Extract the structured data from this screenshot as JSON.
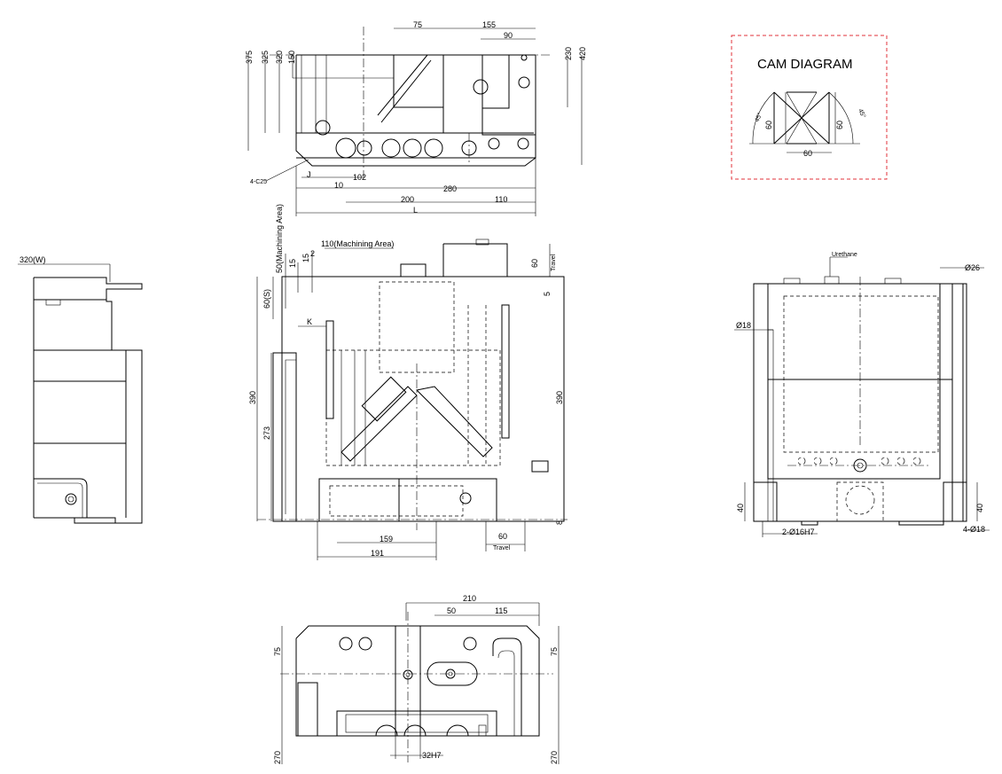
{
  "cam": {
    "title": "CAM DIAGRAM",
    "height_left": "60",
    "height_right": "60",
    "width": "60",
    "angle_left": "45°",
    "angle_right": "45°"
  },
  "top_view": {
    "dims": {
      "d75": "75",
      "d155": "155",
      "d90": "90",
      "d375": "375",
      "d325": "325",
      "d320": "320",
      "d150": "150",
      "d230": "230",
      "d420": "420",
      "c25": "4-C25",
      "j": "J",
      "d10": "10",
      "d102": "102",
      "d280": "280",
      "d200": "200",
      "d110": "110",
      "l": "L"
    }
  },
  "left_view": {
    "width_label": "320(W)"
  },
  "front_view": {
    "dims": {
      "machining_vertical": "50(Machining Area)",
      "machining_horizontal": "110(Machining Area)",
      "d2": "2",
      "d15a": "15",
      "d15b": "15",
      "s60": "60(S)",
      "k": "K",
      "d390_left": "390",
      "d273": "273",
      "travel_top_value": "60",
      "travel_top_label": "Travel",
      "d5": "5",
      "d390_right": "390",
      "d8": "8",
      "d159": "159",
      "d191": "191",
      "travel_bottom_value": "60",
      "travel_bottom_label": "Travel"
    }
  },
  "side_view": {
    "dims": {
      "urethane": "Urethane",
      "d26": "Ø26",
      "d18": "Ø18",
      "d40_left": "40",
      "d40_right": "40",
      "holes_16": "2-Ø16H7",
      "holes_18": "4-Ø18"
    }
  },
  "bottom_view": {
    "dims": {
      "d210": "210",
      "d50": "50",
      "d115": "115",
      "d75_left": "75",
      "d75_right": "75",
      "d270_left": "270",
      "d270_right": "270",
      "d32h7": "32H7"
    }
  }
}
